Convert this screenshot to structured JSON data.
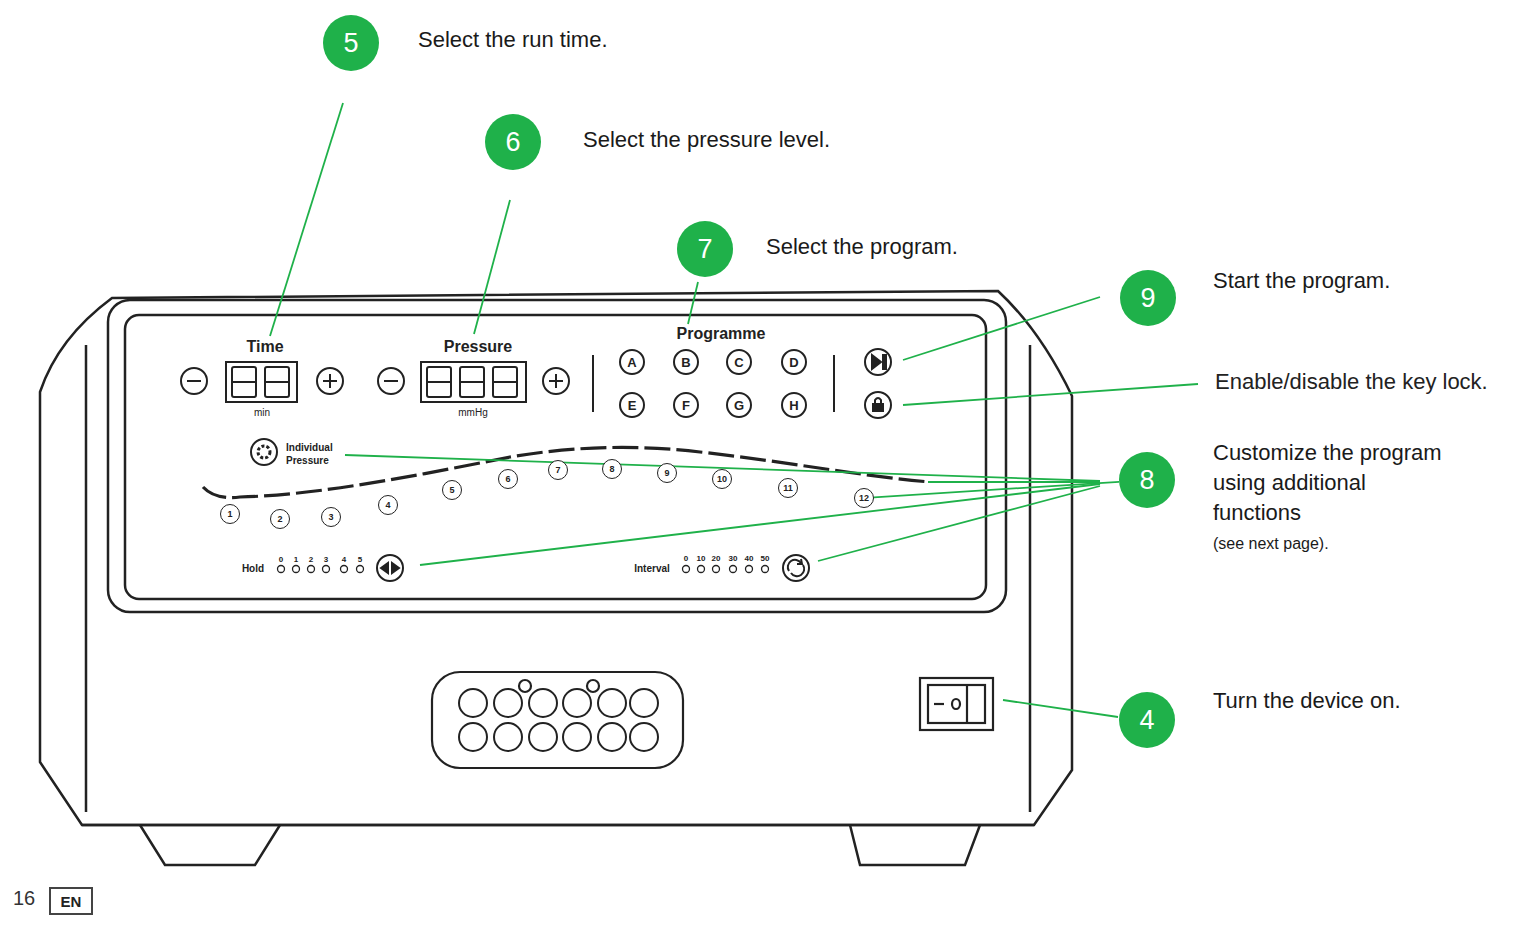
{
  "diagram": {
    "nodes": [
      {
        "text": [
          "5",
          "Select the run time."
        ]
      },
      {
        "text": [
          "6",
          "Select the pressure level."
        ]
      },
      {
        "text": [
          "7",
          "Select the program."
        ]
      },
      {
        "text": [
          "9",
          "Start the program."
        ]
      },
      {
        "text": [
          "A"
        ]
      },
      {
        "text": [
          "B"
        ]
      },
      {
        "text": [
          "C"
        ]
      },
      {
        "text": [
          "D"
        ]
      },
      {
        "text": [
          "E"
        ]
      },
      {
        "text": [
          "F"
        ]
      },
      {
        "text": [
          "G"
        ]
      },
      {
        "text": [
          "H"
        ]
      },
      {
        "text": [
          "8",
          "Customize the program using additional functions",
          "(see next page)."
        ]
      },
      {
        "text": [
          "1"
        ]
      },
      {
        "text": [
          "2"
        ]
      },
      {
        "text": [
          "3"
        ]
      },
      {
        "text": [
          "4"
        ]
      },
      {
        "text": [
          "5"
        ]
      },
      {
        "text": [
          "6"
        ]
      },
      {
        "text": [
          "7"
        ]
      },
      {
        "text": [
          "8"
        ]
      },
      {
        "text": [
          "9"
        ]
      },
      {
        "text": [
          "10"
        ]
      },
      {
        "text": [
          "11"
        ]
      },
      {
        "text": [
          "12"
        ]
      },
      {
        "text": [
          "4",
          "Turn the device on."
        ]
      },
      {
        "text": [
          "EN"
        ]
      }
    ],
    "edges": [
      {
        "from": 12,
        "to": 24,
        "arrow": "none"
      }
    ],
    "labels": [
      "Time",
      "min",
      "Pressure",
      "mmHg",
      "Programme",
      "Individual Pressure",
      "Hold",
      "0",
      "1",
      "2",
      "3",
      "4",
      "5",
      "Interval",
      "0",
      "10",
      "20",
      "30",
      "40",
      "50",
      "Enable/disable the key lock.",
      "16"
    ]
  }
}
